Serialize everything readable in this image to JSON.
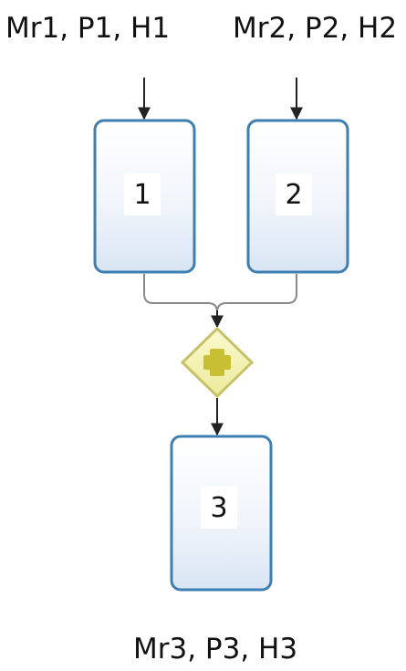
{
  "inputs": {
    "task1": "Mr1, P1, H1",
    "task2": "Mr2, P2, H2"
  },
  "output": {
    "task3": "Mr3, P3, H3"
  },
  "tasks": [
    {
      "label": "1"
    },
    {
      "label": "2"
    },
    {
      "label": "3"
    }
  ],
  "gateway": {
    "type": "parallel",
    "symbol": "+",
    "fill_color": "#f6f5b5",
    "border_color": "#c7c26a",
    "symbol_color": "#c9bf35"
  },
  "colors": {
    "task_border": "#3d7fb0",
    "task_fill_top": "#ffffff",
    "task_fill_bottom": "#dfe9f6",
    "connector": "#8a8a8a",
    "arrow": "#222222"
  }
}
